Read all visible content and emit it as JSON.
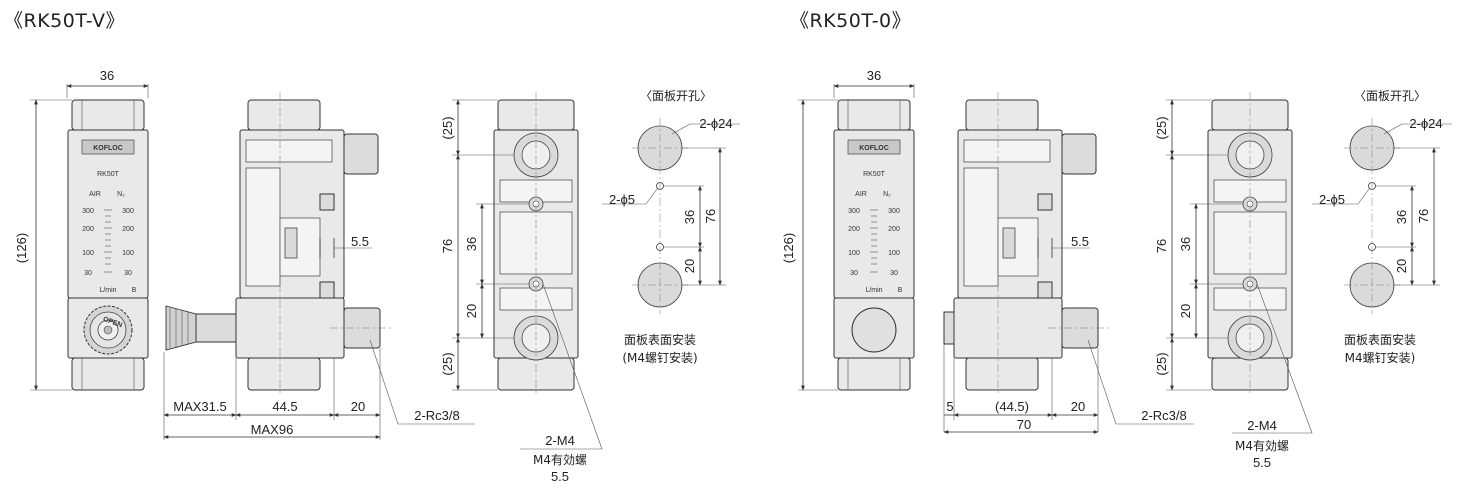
{
  "left": {
    "title": "《RK50T-V》",
    "front": {
      "dim_width": "36",
      "dim_height": "(126)",
      "logo_text": "KOFLOC",
      "model_label": "RK50T",
      "col_left_header": "AIR",
      "col_right_header": "N₂",
      "scale_left": [
        "300",
        "200",
        "100",
        "30"
      ],
      "scale_right": [
        "300",
        "200",
        "100",
        "30"
      ],
      "unit_label": "L/min",
      "unit_right": "B",
      "knob_text": "OPEN"
    },
    "side": {
      "dim_5_5": "5.5",
      "dim_max31_5": "MAX31.5",
      "dim_44_5": "44.5",
      "dim_20": "20",
      "dim_max96": "MAX96",
      "port_label": "2-Rc3/8"
    },
    "back": {
      "dim_top": "(25)",
      "dim_76": "76",
      "dim_36": "36",
      "dim_20": "20",
      "dim_bottom": "(25)",
      "screw_label_1": "2-M4",
      "screw_label_2": "M4有効螺",
      "screw_label_3": "5.5"
    },
    "panel": {
      "heading": "〈面板开孔〉",
      "hole_label": "2-ϕ24",
      "small_hole_label": "2-ϕ5",
      "dim_36": "36",
      "dim_76": "76",
      "dim_20": "20",
      "note_1": "面板表面安装",
      "note_2": "(M4螺钉安装)"
    }
  },
  "right": {
    "title": "《RK50T-0》",
    "front": {
      "dim_width": "36",
      "dim_height": "(126)",
      "logo_text": "KOFLOC",
      "model_label": "RK50T",
      "col_left_header": "AIR",
      "col_right_header": "N₂",
      "scale_left": [
        "300",
        "200",
        "100",
        "30"
      ],
      "scale_right": [
        "300",
        "200",
        "100",
        "30"
      ],
      "unit_label": "L/min",
      "unit_right": "B"
    },
    "side": {
      "dim_5_5": "5.5",
      "dim_5": "5",
      "dim_44_5": "(44.5)",
      "dim_20": "20",
      "dim_70": "70",
      "port_label": "2-Rc3/8"
    },
    "back": {
      "dim_top": "(25)",
      "dim_76": "76",
      "dim_36": "36",
      "dim_20": "20",
      "dim_bottom": "(25)",
      "screw_label_1": "2-M4",
      "screw_label_2": "M4有効螺",
      "screw_label_3": "5.5"
    },
    "panel": {
      "heading": "〈面板开孔〉",
      "hole_label": "2-ϕ24",
      "small_hole_label": "2-ϕ5",
      "dim_36": "36",
      "dim_76": "76",
      "dim_20": "20",
      "note_1": "面板表面安装",
      "note_2": "M4螺钉安装)"
    }
  }
}
